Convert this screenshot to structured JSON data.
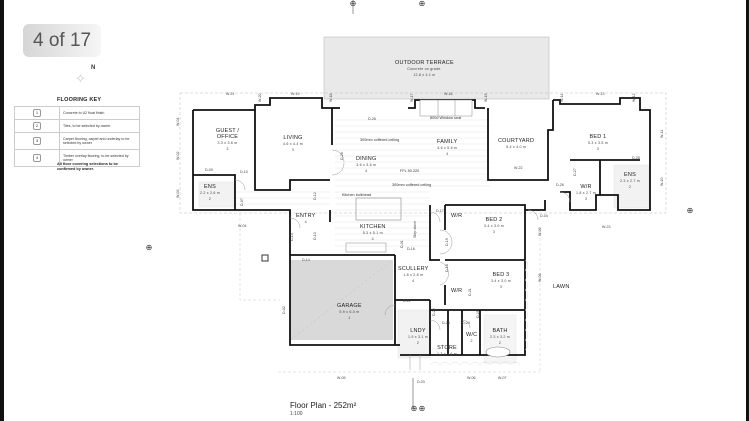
{
  "viewer": {
    "counter_label": "4 of 17"
  },
  "north_label": "N",
  "flooring_key": {
    "title": "FLOORING KEY",
    "rows": [
      {
        "code": "1",
        "text": "Concrete to U2 float finish"
      },
      {
        "code": "2",
        "text": "Tiles, to be selected by owner"
      },
      {
        "code": "3",
        "text": "Carpet flooring, carpet and underlay to be selected by owner"
      },
      {
        "code": "4",
        "text": "Timber overlay flooring, to be selected by owner"
      }
    ],
    "note": "All floor covering selections to be confirmed by owner."
  },
  "rooms": {
    "terrace": {
      "name": "OUTDOOR TERRACE",
      "sub": "Concrete on grade.",
      "dim": "12.8 x 4.1 m"
    },
    "guest": {
      "name": "GUEST / OFFICE",
      "dim": "3.3 x 3.6 m",
      "fk": "3"
    },
    "living": {
      "name": "LIVING",
      "dim": "4.6 x 4.4 m",
      "fk": "3"
    },
    "family": {
      "name": "FAMILY",
      "dim": "4.6 x 5.6 m",
      "fk": "4"
    },
    "dining": {
      "name": "DINING",
      "dim": "3.6 x 3.6 m",
      "fk": "4"
    },
    "courtyard": {
      "name": "COURTYARD",
      "dim": "5.4 x 4.0 m"
    },
    "bed1": {
      "name": "BED 1",
      "dim": "5.3 x 3.5 m",
      "fk": "3"
    },
    "ens1": {
      "name": "ENS",
      "dim": "2.2 x 2.6 m",
      "fk": "2"
    },
    "ens2": {
      "name": "ENS",
      "dim": "2.3 x 2.7 m",
      "fk": "2"
    },
    "wr1": {
      "name": "W/R",
      "dim": "1.8 x 2.7 m",
      "fk": "3"
    },
    "entry": {
      "name": "ENTRY",
      "fk": "4"
    },
    "kitchen": {
      "name": "KITCHEN",
      "dim": "5.3 x 5.1 m",
      "fk": "4"
    },
    "bed2": {
      "name": "BED 2",
      "dim": "3.4 x 3.0 m",
      "fk": "3"
    },
    "bed3": {
      "name": "BED 3",
      "dim": "3.4 x 3.0 m",
      "fk": "3"
    },
    "wr2": {
      "name": "W/R"
    },
    "wr3": {
      "name": "W/R"
    },
    "scullery": {
      "name": "SCULLERY",
      "dim": "1.8 x 2.8 m",
      "fk": "4"
    },
    "garage": {
      "name": "GARAGE",
      "dim": "5.9 x 6.0 m",
      "fk": "1"
    },
    "lndy": {
      "name": "LNDY",
      "dim": "1.9 x 3.1 m",
      "fk": "2"
    },
    "store": {
      "name": "STORE",
      "dim": "1.3 x 1.6 m"
    },
    "wc": {
      "name": "W/C",
      "fk": "2"
    },
    "bath": {
      "name": "BATH",
      "dim": "2.3 x 3.2 m",
      "fk": "2"
    },
    "lawn": {
      "name": "LAWN"
    }
  },
  "notes": {
    "window_seat": "800d Window seat",
    "coffered_1": "300mm coffered ceiling",
    "coffered_2": "300mm coffered ceiling",
    "ffl": "FFL 50.220",
    "kitchen_bulkhead": "Kitchen bulkhead",
    "step_stone": "Step stone"
  },
  "tags": {
    "w21_top": "W-21",
    "w20": "W-20",
    "w19": "W-19",
    "w18": "W-18",
    "w17": "W-17",
    "w16": "W-16",
    "w15": "W-15",
    "w14": "W-14",
    "w13": "W-13",
    "w12": "W-12",
    "w01": "W-01",
    "w02": "W-02",
    "w03": "W-03",
    "w11": "W-11",
    "w10": "W-10",
    "w04": "W-04",
    "w22": "W-22",
    "w23": "W-23",
    "w09": "W-09",
    "w08": "W-08",
    "w05": "W-05",
    "w06": "W-06",
    "w07": "W-07",
    "d28a": "D-28",
    "d28b": "D-28",
    "d09": "D-09",
    "d10": "D-10",
    "d07": "D-07",
    "d26": "D-26",
    "d27": "D-27",
    "d04": "D-04",
    "d12": "D-12",
    "d13": "D-13",
    "d15": "D-15",
    "d14": "D-14",
    "d17": "D-17",
    "d16": "D-16",
    "d19": "D-19",
    "d18": "D-18",
    "d11": "D-11",
    "d21": "D-21",
    "d22": "D-22",
    "d23": "D-23",
    "d24": "D-24",
    "d25": "D-25",
    "d03": "D-03",
    "d02": "D-02",
    "d05": "D-05",
    "d01": "D-01"
  },
  "footer": {
    "title": "Floor Plan - 252m²",
    "scale": "1:100"
  }
}
